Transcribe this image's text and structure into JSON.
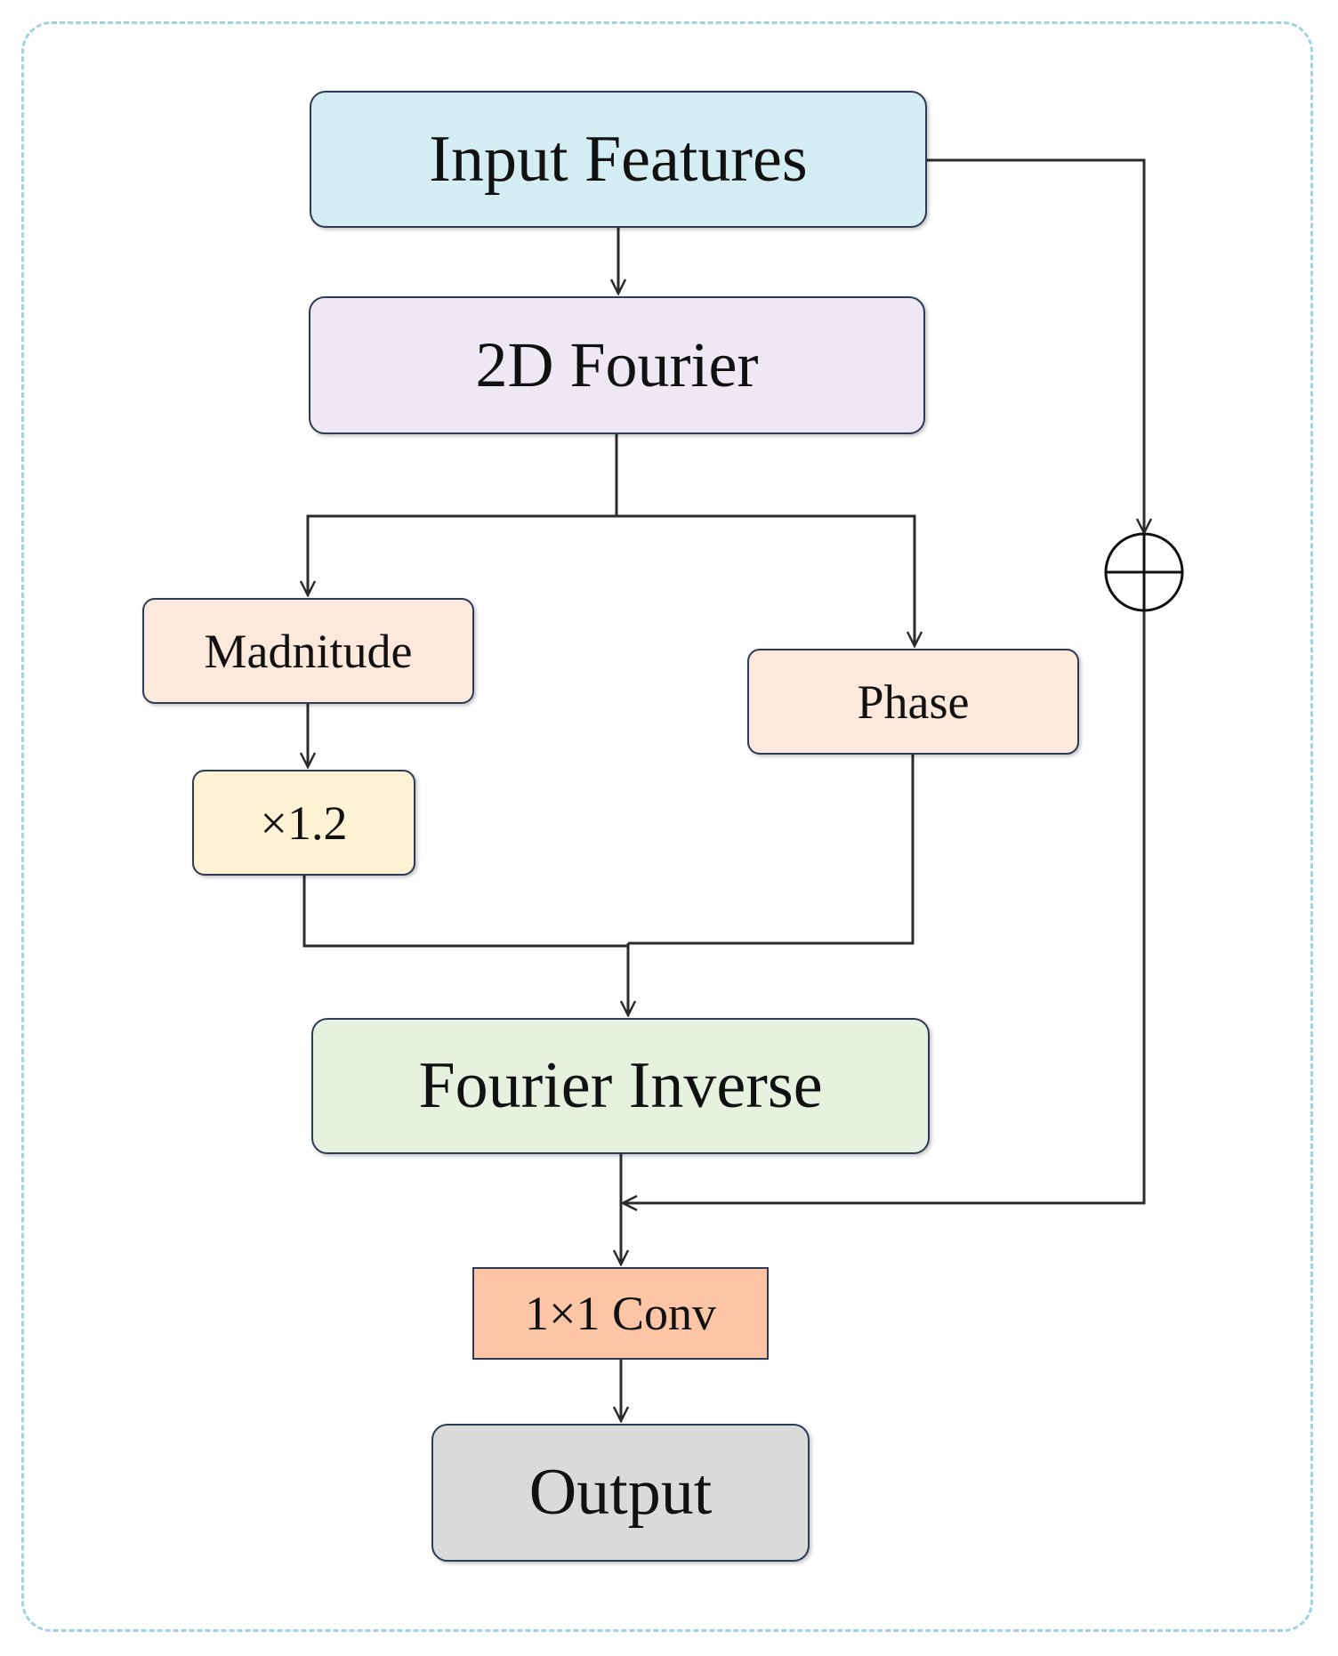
{
  "diagram": {
    "nodes": {
      "input": {
        "label": "Input Features",
        "color": "#d4edf2"
      },
      "fourier": {
        "label": "2D Fourier",
        "color": "#ede8f3"
      },
      "mag": {
        "label": "Madnitude",
        "color": "#fde9dc"
      },
      "scale": {
        "label": "×1.2",
        "color": "#fdf2d3"
      },
      "phase": {
        "label": "Phase",
        "color": "#fde9dc"
      },
      "inverse": {
        "label": "Fourier Inverse",
        "color": "#e7f1e0"
      },
      "conv": {
        "label": "1×1 Conv",
        "color": "#fbc5a6"
      },
      "output": {
        "label": "Output",
        "color": "#dadada"
      }
    },
    "edges": [
      {
        "from": "input",
        "to": "fourier"
      },
      {
        "from": "fourier",
        "to": "mag"
      },
      {
        "from": "fourier",
        "to": "phase"
      },
      {
        "from": "mag",
        "to": "scale"
      },
      {
        "from": "scale",
        "to": "inverse"
      },
      {
        "from": "phase",
        "to": "inverse"
      },
      {
        "from": "input",
        "to": "add-node"
      },
      {
        "from": "add-node",
        "to": "conv"
      },
      {
        "from": "inverse",
        "to": "conv"
      },
      {
        "from": "conv",
        "to": "output"
      }
    ],
    "frame_color": "#9fd3e2",
    "line_color": "#2b2b2b"
  }
}
